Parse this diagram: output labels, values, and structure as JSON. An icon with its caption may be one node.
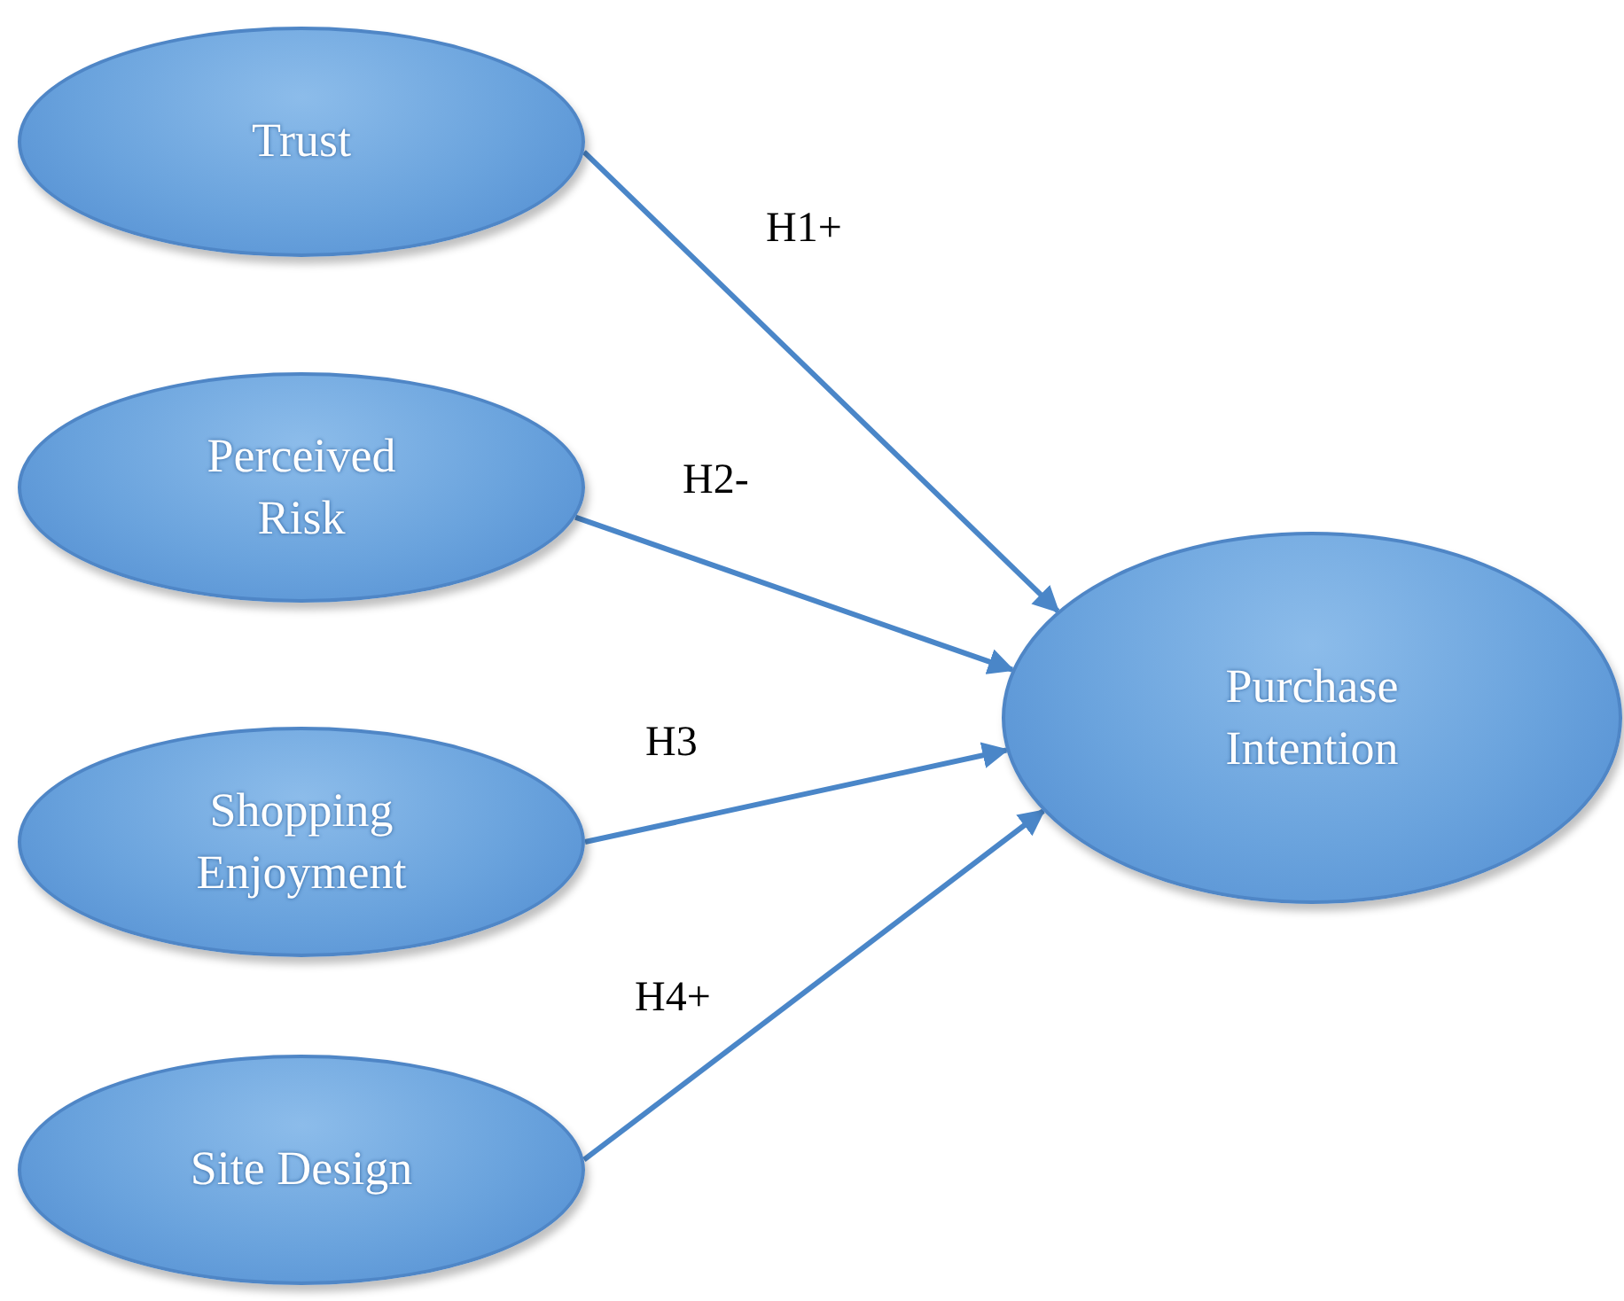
{
  "diagram": {
    "nodes": [
      {
        "text": [
          "Trust"
        ]
      },
      {
        "text": [
          "Perceived Risk"
        ]
      },
      {
        "text": [
          "Shopping Enjoyment"
        ]
      },
      {
        "text": [
          "Site Design"
        ]
      },
      {
        "text": [
          "Purchase Intention"
        ]
      }
    ],
    "edges": [
      {
        "from": 0,
        "to": 4,
        "arrow": "to",
        "label": "H1+"
      },
      {
        "from": 1,
        "to": 4,
        "arrow": "to",
        "label": "H2-"
      },
      {
        "from": 2,
        "to": 4,
        "arrow": "to",
        "label": "H3"
      },
      {
        "from": 3,
        "to": 4,
        "arrow": "to",
        "label": "H4+"
      }
    ]
  }
}
